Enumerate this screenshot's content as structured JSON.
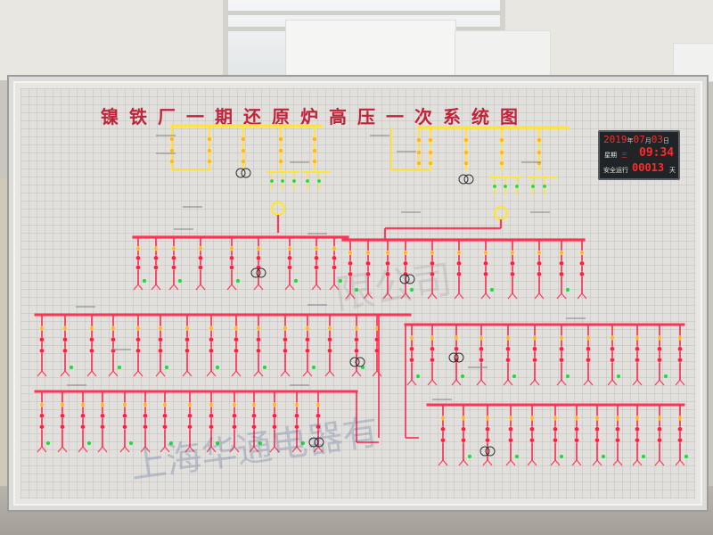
{
  "board": {
    "title": "镍铁厂一期还原炉高压一次系统图",
    "watermark_right": "限公司",
    "watermark_left": "上海华通电器有",
    "colors": {
      "bus_yellow": "#ffe53a",
      "bus_red": "#ff3355",
      "lamp_red": "#ff2040",
      "lamp_yellow": "#ffb81e",
      "lamp_green": "#28d840",
      "title_red": "#c0243a"
    }
  },
  "clock": {
    "date_year": "2019",
    "date_y_char": "年",
    "date_month": "07",
    "date_m_char": "月",
    "date_day": "03",
    "date_d_char": "日",
    "weekday_label": "星期",
    "weekday_value": "三",
    "time": "09:34",
    "safe_run_label": "安全运行",
    "safe_run_days": "00013",
    "days_unit": "天"
  }
}
